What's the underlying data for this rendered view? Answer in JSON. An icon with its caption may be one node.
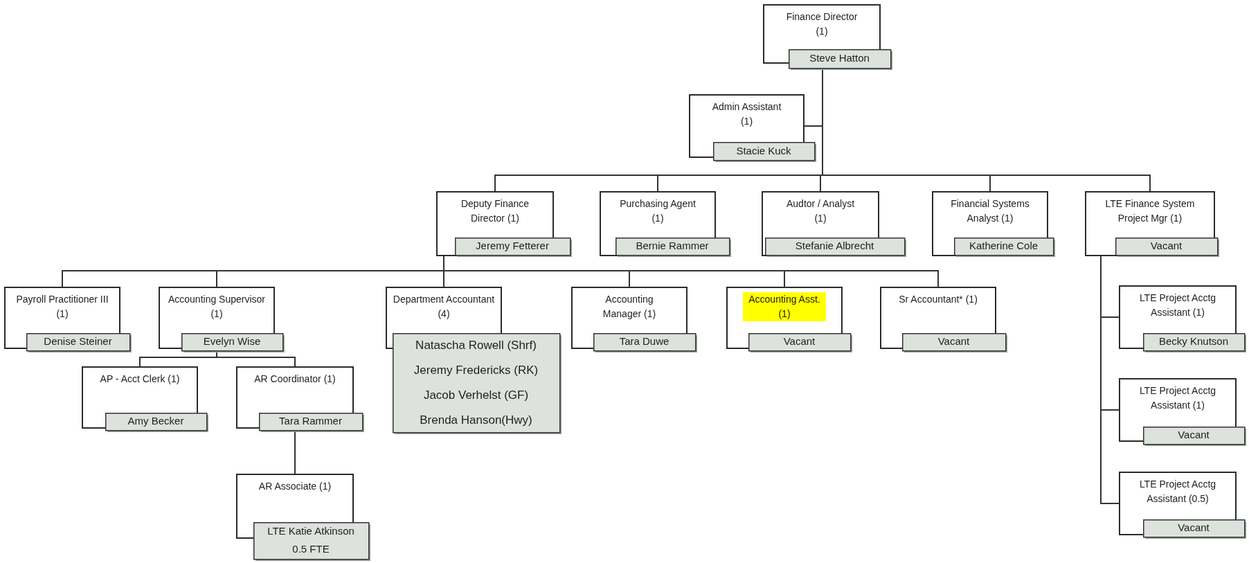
{
  "diagram": {
    "nodes": [
      {
        "text": [
          "Finance Director (1)",
          "Steve Hatton"
        ]
      },
      {
        "text": [
          "Admin Assistant (1)",
          "Stacie Kuck"
        ]
      },
      {
        "text": [
          "Deputy Finance Director (1)",
          "Jeremy Fetterer"
        ]
      },
      {
        "text": [
          "Purchasing Agent (1)",
          "Bernie Rammer"
        ]
      },
      {
        "text": [
          "Audtor / Analyst (1)",
          "Stefanie Albrecht"
        ]
      },
      {
        "text": [
          "Financial Systems Analyst (1)",
          "Katherine Cole"
        ]
      },
      {
        "text": [
          "LTE Finance System Project Mgr (1)",
          "Vacant"
        ]
      },
      {
        "text": [
          "Payroll Practitioner III (1)",
          "Denise Steiner"
        ]
      },
      {
        "text": [
          "Accounting Supervisor (1)",
          "Evelyn Wise"
        ]
      },
      {
        "text": [
          "Department Accountant (4)",
          "Natascha Rowell (Shrf)",
          "Jeremy Fredericks (RK)",
          "Jacob Verhelst (GF)",
          "Brenda Hanson(Hwy)"
        ]
      },
      {
        "text": [
          "Accounting Manager (1)",
          "Tara Duwe"
        ]
      },
      {
        "text": [
          "Accounting Asst. (1)",
          "Vacant"
        ]
      },
      {
        "text": [
          "Sr Accountant* (1)",
          "Vacant"
        ]
      },
      {
        "text": [
          "LTE Project Acctg Assistant (1)",
          "Becky Knutson"
        ]
      },
      {
        "text": [
          "AP - Acct Clerk (1)",
          "Amy Becker"
        ]
      },
      {
        "text": [
          "AR Coordinator (1)",
          "Tara Rammer"
        ]
      },
      {
        "text": [
          "LTE Project Acctg Assistant (1)",
          "Vacant"
        ]
      },
      {
        "text": [
          "AR Associate (1)",
          "LTE Katie Atkinson",
          "0.5 FTE"
        ]
      },
      {
        "text": [
          "LTE Project Acctg Assistant (0.5)",
          "Vacant"
        ]
      }
    ],
    "edges": [
      {
        "from": 0,
        "to": 1,
        "arrow": "none"
      },
      {
        "from": 0,
        "to": 2,
        "arrow": "none"
      },
      {
        "from": 0,
        "to": 3,
        "arrow": "none"
      },
      {
        "from": 0,
        "to": 4,
        "arrow": "none"
      },
      {
        "from": 0,
        "to": 5,
        "arrow": "none"
      },
      {
        "from": 0,
        "to": 6,
        "arrow": "none"
      },
      {
        "from": 2,
        "to": 7,
        "arrow": "none"
      },
      {
        "from": 2,
        "to": 8,
        "arrow": "none"
      },
      {
        "from": 2,
        "to": 9,
        "arrow": "none"
      },
      {
        "from": 2,
        "to": 10,
        "arrow": "none"
      },
      {
        "from": 2,
        "to": 11,
        "arrow": "none"
      },
      {
        "from": 2,
        "to": 12,
        "arrow": "none"
      },
      {
        "from": 6,
        "to": 13,
        "arrow": "none"
      },
      {
        "from": 6,
        "to": 16,
        "arrow": "none"
      },
      {
        "from": 6,
        "to": 18,
        "arrow": "none"
      },
      {
        "from": 8,
        "to": 14,
        "arrow": "none"
      },
      {
        "from": 8,
        "to": 15,
        "arrow": "none"
      },
      {
        "from": 15,
        "to": 17,
        "arrow": "none"
      }
    ]
  }
}
